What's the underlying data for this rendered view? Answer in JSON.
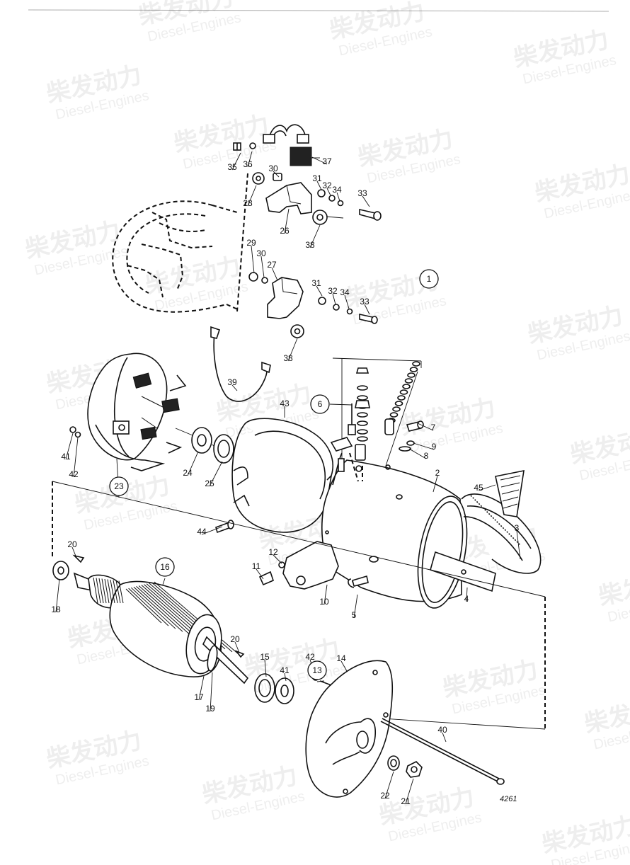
{
  "diagram": {
    "figure_number": "4261",
    "watermark": {
      "brand_cn": "柴发动力",
      "brand_en": "Diesel-Engines"
    },
    "labels": [
      {
        "text": "35"
      },
      {
        "text": "36"
      },
      {
        "text": "37"
      },
      {
        "text": "30"
      },
      {
        "text": "31"
      },
      {
        "text": "32"
      },
      {
        "text": "34"
      },
      {
        "text": "33"
      },
      {
        "text": "28"
      },
      {
        "text": "26"
      },
      {
        "text": "38"
      },
      {
        "text": "29"
      },
      {
        "text": "30"
      },
      {
        "text": "27"
      },
      {
        "text": "31"
      },
      {
        "text": "32"
      },
      {
        "text": "34"
      },
      {
        "text": "33"
      },
      {
        "text": "38"
      },
      {
        "text": "1",
        "circled": true
      },
      {
        "text": "39"
      },
      {
        "text": "43"
      },
      {
        "text": "6",
        "circled": true
      },
      {
        "text": "7"
      },
      {
        "text": "9"
      },
      {
        "text": "8"
      },
      {
        "text": "2"
      },
      {
        "text": "45"
      },
      {
        "text": "41"
      },
      {
        "text": "42"
      },
      {
        "text": "24"
      },
      {
        "text": "25"
      },
      {
        "text": "23",
        "circled": true
      },
      {
        "text": "44"
      },
      {
        "text": "3"
      },
      {
        "text": "20"
      },
      {
        "text": "12"
      },
      {
        "text": "11"
      },
      {
        "text": "10"
      },
      {
        "text": "5"
      },
      {
        "text": "4"
      },
      {
        "text": "18"
      },
      {
        "text": "16",
        "circled": true
      },
      {
        "text": "20"
      },
      {
        "text": "15"
      },
      {
        "text": "41"
      },
      {
        "text": "42"
      },
      {
        "text": "13",
        "circled": true
      },
      {
        "text": "14"
      },
      {
        "text": "17"
      },
      {
        "text": "19"
      },
      {
        "text": "40"
      },
      {
        "text": "22"
      },
      {
        "text": "21"
      }
    ]
  }
}
